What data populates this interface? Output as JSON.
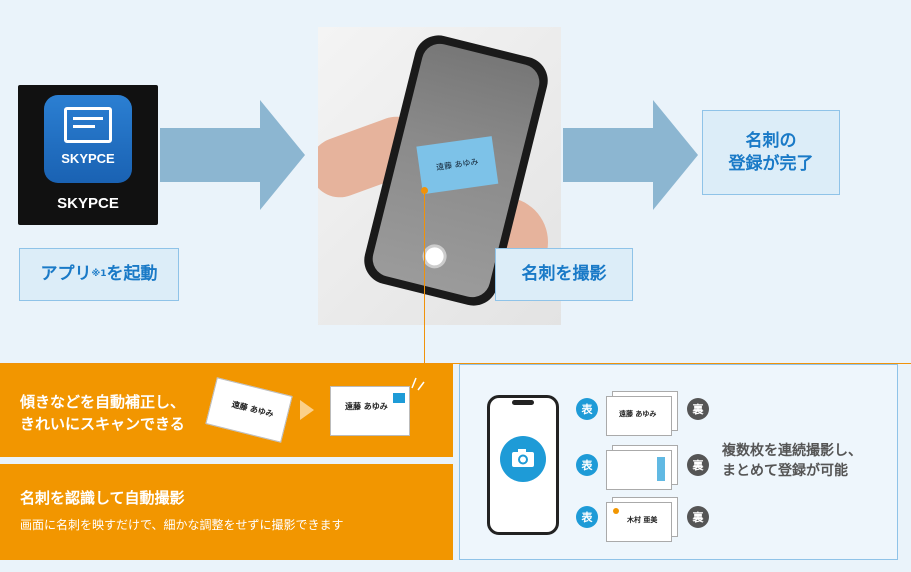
{
  "app": {
    "icon_text": "SKYPCE",
    "name": "SKYPCE"
  },
  "steps": {
    "launch_prefix": "アプリ",
    "launch_note": "※1",
    "launch_suffix": "を起動",
    "photo_label": "名刺を撮影",
    "done_label_line1": "名刺の",
    "done_label_line2": "登録が完了"
  },
  "scan_card_name": "遠藤 あゆみ",
  "feature1": {
    "line1": "傾きなどを自動補正し、",
    "line2": "きれいにスキャンできる",
    "card_name": "遠藤 あゆみ"
  },
  "feature2": {
    "title": "名刺を認識して自動撮影",
    "subtitle": "画面に名刺を映すだけで、細かな調整をせずに撮影できます"
  },
  "multi": {
    "front": "表",
    "back": "裏",
    "card1_name": "遠藤 あゆみ",
    "card3_name": "木村 亜美",
    "line1": "複数枚を連続撮影し、",
    "line2": "まとめて登録が可能"
  },
  "colors": {
    "accent_blue": "#1a7ac7",
    "orange": "#f29600",
    "arrow": "#8cb6d1"
  }
}
